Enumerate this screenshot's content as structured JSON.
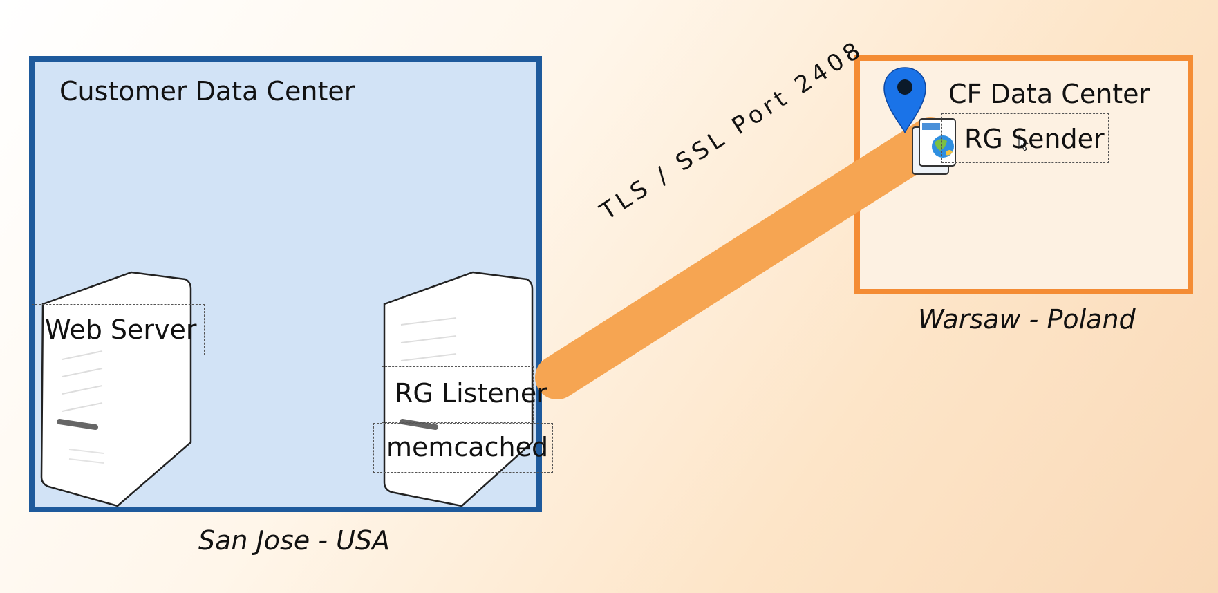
{
  "customer_dc": {
    "title": "Customer Data Center",
    "location": "San Jose - USA"
  },
  "cf_dc": {
    "title": "CF Data Center",
    "location": "Warsaw - Poland"
  },
  "nodes": {
    "web_server": "Web Server",
    "rg_listener": "RG Listener",
    "memcached": "memcached",
    "rg_sender": "RG Sender"
  },
  "link": {
    "label": "TLS / SSL Port 2408"
  },
  "colors": {
    "customer_border": "#1e5a9c",
    "customer_fill": "#d2e3f6",
    "cf_border": "#f48c34",
    "cf_fill": "#fdf1e2",
    "tunnel": "#f6a552",
    "pin": "#1a73e8"
  }
}
